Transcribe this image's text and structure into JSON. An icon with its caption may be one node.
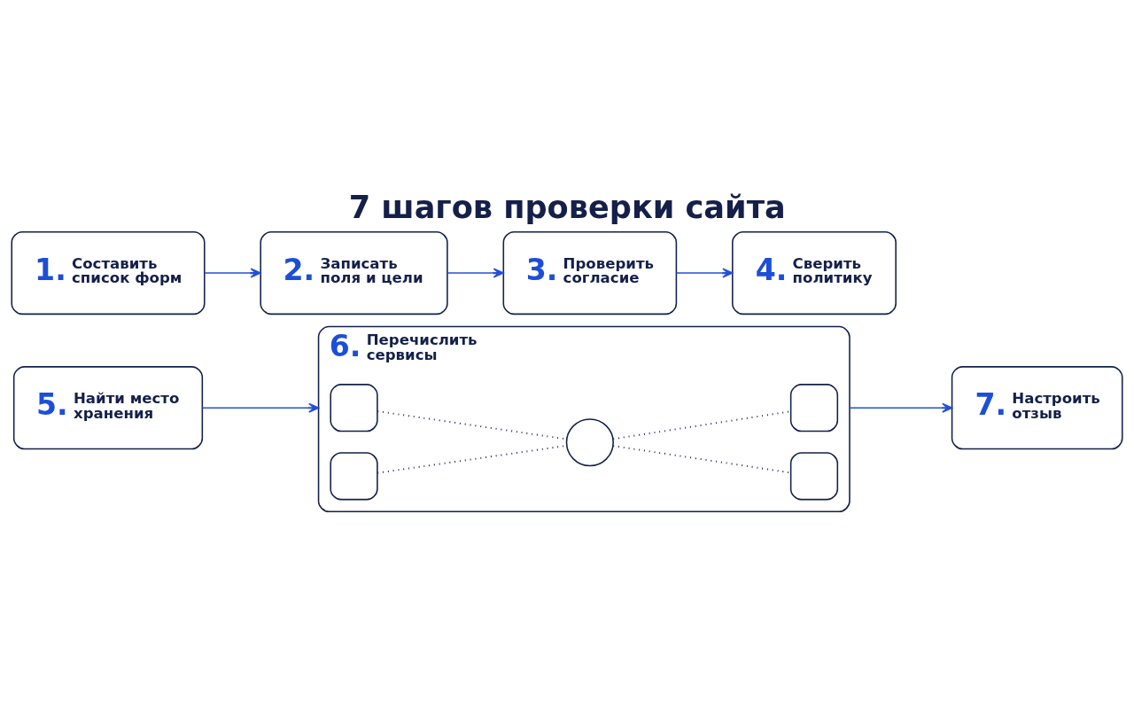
{
  "diagram": {
    "title": "7 шагов проверки сайта",
    "nodes": [
      {
        "text": [
          "1.",
          "Составить список форм"
        ]
      },
      {
        "text": [
          "2.",
          "Записать поля и цели"
        ]
      },
      {
        "text": [
          "3.",
          "Проверить согласие"
        ]
      },
      {
        "text": [
          "4.",
          "Сверить политику"
        ]
      },
      {
        "text": [
          "5.",
          "Найти место хранения"
        ]
      },
      {
        "text": [
          "6.",
          "Перечислить сервисы"
        ]
      },
      {
        "text": [],
        "shape": "box",
        "in": 5
      },
      {
        "text": [],
        "shape": "box",
        "in": 5
      },
      {
        "text": [],
        "shape": "circle",
        "in": 5
      },
      {
        "text": [],
        "shape": "box",
        "in": 5
      },
      {
        "text": [],
        "shape": "box",
        "in": 5
      },
      {
        "text": [
          "7.",
          "Настроить отзыв"
        ]
      }
    ],
    "edges": [
      {
        "from": 0,
        "to": 1,
        "arrow": "to"
      },
      {
        "from": 1,
        "to": 2,
        "arrow": "to"
      },
      {
        "from": 2,
        "to": 3,
        "arrow": "to"
      },
      {
        "from": 4,
        "to": 5,
        "arrow": "to"
      },
      {
        "from": 6,
        "to": 8,
        "arrow": "none",
        "style": "dashed",
        "color": "#1b2452"
      },
      {
        "from": 8,
        "to": 7,
        "arrow": "none",
        "style": "dashed",
        "color": "#1b2452"
      },
      {
        "from": 9,
        "to": 8,
        "arrow": "none",
        "style": "dashed",
        "color": "#1b2452"
      },
      {
        "from": 8,
        "to": 10,
        "arrow": "none",
        "style": "dashed",
        "color": "#1b2452"
      },
      {
        "from": 5,
        "to": 11,
        "arrow": "to"
      }
    ]
  }
}
